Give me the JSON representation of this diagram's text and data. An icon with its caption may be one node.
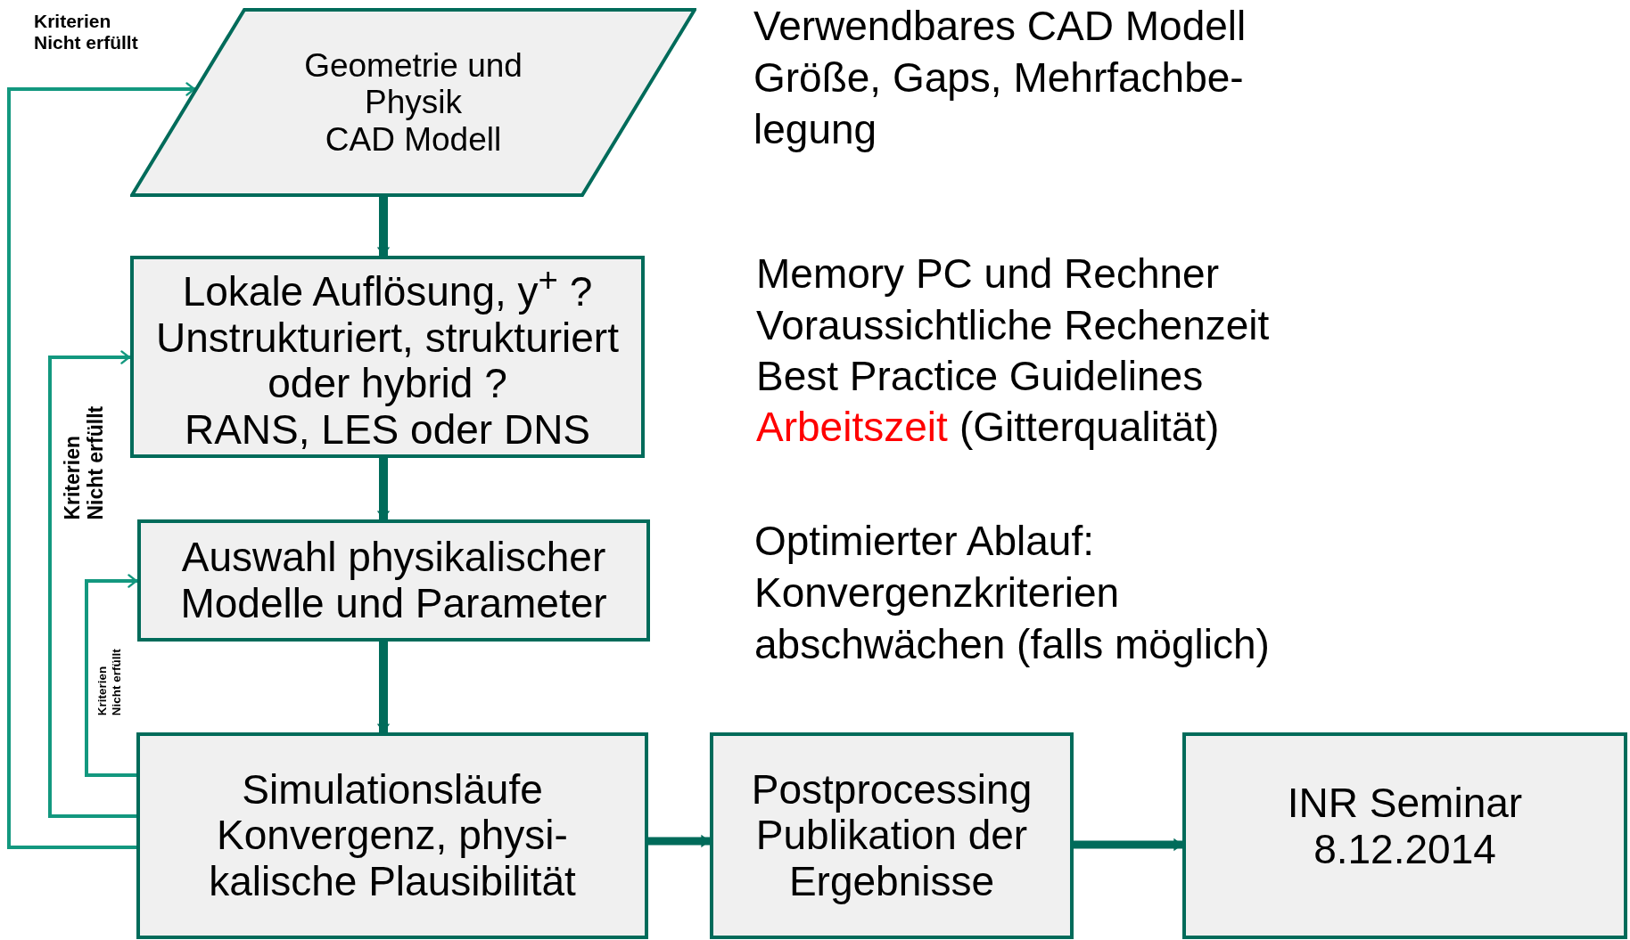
{
  "diagram": {
    "nodes": [
      {
        "text": [
          "Geometrie und Physik",
          "CAD Modell"
        ]
      },
      {
        "text": [
          "Lokale Auflösung, y$^{+}$ ?",
          "Unstrukturiert, strukturiert oder hybrid ?",
          "RANS, LES oder DNS"
        ]
      },
      {
        "text": [
          "Auswahl physikalischer Modelle und Parameter"
        ]
      },
      {
        "text": [
          "Simulationsläufe",
          "Konvergenz, physi- kalische Plausibilität"
        ]
      },
      {
        "text": [
          "Postprocessing",
          "Publikation der Ergebnisse"
        ]
      },
      {
        "text": [
          "INR Seminar",
          "8.12.2014"
        ]
      }
    ],
    "edges": [
      {
        "from": 0,
        "to": 1,
        "arrow": "to"
      },
      {
        "from": 1,
        "to": 2,
        "arrow": "to"
      },
      {
        "from": 2,
        "to": 3,
        "arrow": "to"
      },
      {
        "from": 3,
        "to": 4,
        "arrow": "to"
      },
      {
        "from": 4,
        "to": 5,
        "arrow": "to"
      },
      {
        "from": 3,
        "to": 0,
        "arrow": "to",
        "label": "Kriterien Nicht erfüllt",
        "color": "#13987f"
      },
      {
        "from": 3,
        "to": 1,
        "arrow": "to",
        "label": "Kriterien Nicht erfüllt",
        "color": "#13987f"
      },
      {
        "from": 3,
        "to": 2,
        "arrow": "to",
        "label": "Kriterien Nicht erfüllt",
        "color": "#13987f"
      }
    ],
    "labels": [
      "Verwendbares CAD Modell",
      "Größe, Gaps, Mehrfachbe- legung",
      "Memory PC und Rechner",
      "Voraussichtliche Rechenzeit",
      "Best Practice Guidelines",
      "Arbeitszeit",
      "(Gitterqualität)",
      "Optimierter Ablauf:",
      "Konvergenzkriterien abschwächen (falls möglich)"
    ]
  }
}
